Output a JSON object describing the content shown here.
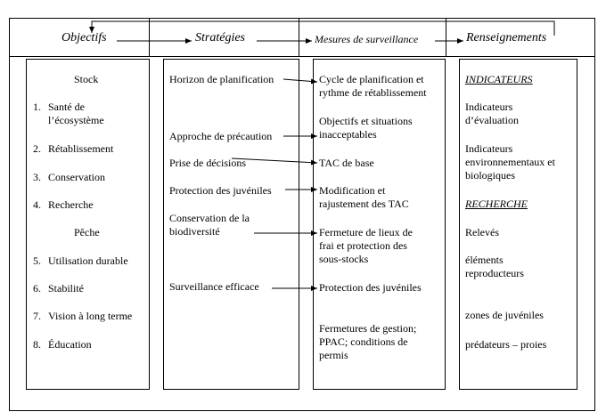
{
  "headers": {
    "objectifs": "Objectifs",
    "strategies": "Stratégies",
    "mesures": "Mesures de surveillance",
    "renseignements": "Renseignements"
  },
  "objectifs": {
    "stock_title": "Stock",
    "item1_num": "1.",
    "item1_line1": "Santé de",
    "item1_line2": "l’écosystème",
    "item2_num": "2.",
    "item2": "Rétablissement",
    "item3_num": "3.",
    "item3": "Conservation",
    "item4_num": "4.",
    "item4": "Recherche",
    "peche_title": "Pêche",
    "item5_num": "5.",
    "item5": "Utilisation durable",
    "item6_num": "6.",
    "item6": "Stabilité",
    "item7_num": "7.",
    "item7": "Vision à long terme",
    "item8_num": "8.",
    "item8": "Éducation"
  },
  "strategies": {
    "s1": "Horizon de planification",
    "s2": "Approche de précaution",
    "s3": "Prise de décisions",
    "s4": "Protection des juvéniles",
    "s5_line1": "Conservation de la",
    "s5_line2": "biodiversité",
    "s6": "Surveillance efficace"
  },
  "mesures": {
    "m1_line1": "Cycle de planification et",
    "m1_line2": "rythme de rétablissement",
    "m2_line1": "Objectifs et situations",
    "m2_line2": "inacceptables",
    "m3": "TAC de base",
    "m4_line1": "Modification et",
    "m4_line2": "rajustement des TAC",
    "m5_line1": "Fermeture de lieux de",
    "m5_line2": "frai et protection des",
    "m5_line3": "sous-stocks",
    "m6": "Protection des juvéniles",
    "m7_line1": "Fermetures de gestion;",
    "m7_line2": "PPAC; conditions de",
    "m7_line3": "permis"
  },
  "renseignements": {
    "indicateurs_title": "INDICATEURS",
    "r1_line1": "Indicateurs",
    "r1_line2": "d’évaluation",
    "r2_line1": "Indicateurs",
    "r2_line2": "environnementaux et",
    "r2_line3": "biologiques",
    "recherche_title": "RECHERCHE",
    "r3": "Relevés",
    "r4_line1": "éléments",
    "r4_line2": "reproducteurs",
    "r5": "zones de juvéniles",
    "r6": "prédateurs – proies"
  }
}
